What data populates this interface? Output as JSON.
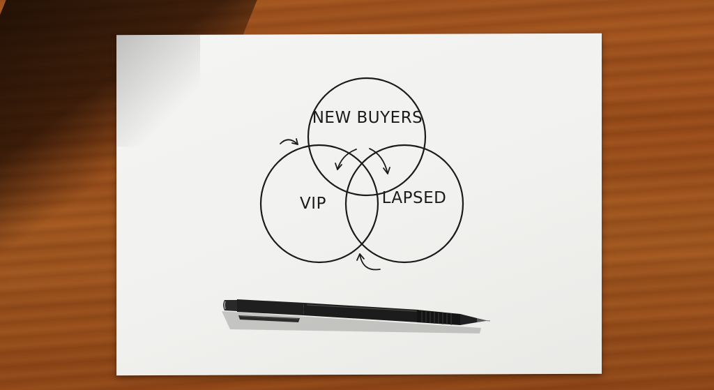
{
  "diagram": {
    "circles": [
      {
        "label": "NEW BUYERS"
      },
      {
        "label": "VIP"
      },
      {
        "label": "LAPSED"
      }
    ]
  },
  "objects": {
    "pen": "black fineliner pen",
    "surface": "wooden desk",
    "paper": "white sheet"
  },
  "colors": {
    "ink": "#1b1b1b",
    "paper": "#f2f2f0",
    "wood": "#9e5019",
    "pen_body": "#1e1e1e"
  }
}
